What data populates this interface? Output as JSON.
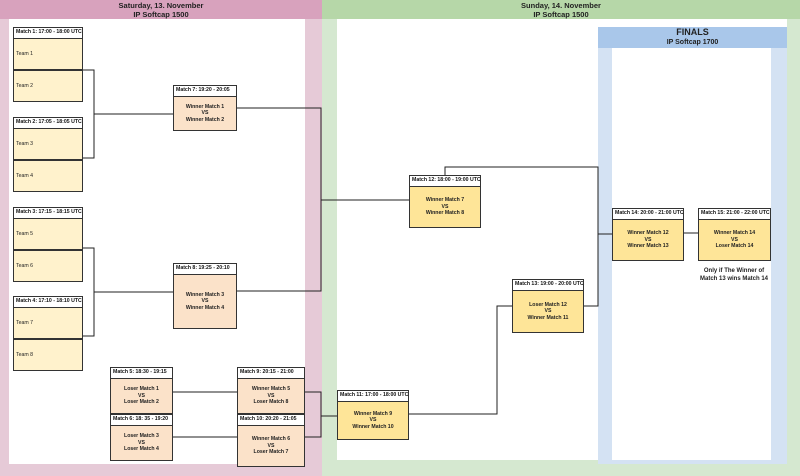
{
  "days": {
    "saturday": {
      "title": "Saturday, 13. November",
      "subtitle": "IP Softcap 1500"
    },
    "sunday": {
      "title": "Sunday, 14. November",
      "subtitle": "IP Softcap 1500"
    }
  },
  "finals": {
    "title": "FINALS",
    "subtitle": "IP Softcap 1700"
  },
  "matches": {
    "m1": {
      "title": "Match 1: 17:00 - 18:00 UTC",
      "team_a": "Team 1",
      "team_b": "Team 2"
    },
    "m2": {
      "title": "Match 2: 17:05 - 18:05 UTC",
      "team_a": "Team 3",
      "team_b": "Team 4"
    },
    "m3": {
      "title": "Match 3: 17:15 - 18:15 UTC",
      "team_a": "Team 5",
      "team_b": "Team 6"
    },
    "m4": {
      "title": "Match 4: 17:10 - 18:10 UTC",
      "team_a": "Team 7",
      "team_b": "Team 8"
    },
    "m5": {
      "title": "Match 5: 18:30 - 19:15",
      "line1": "Loser Match 1",
      "vs": "VS",
      "line2": "Loser Match 2"
    },
    "m6": {
      "title": "Match 6: 18: 35 - 19:20",
      "line1": "Loser Match 3",
      "vs": "VS",
      "line2": "Loser Match 4"
    },
    "m7": {
      "title": "Match 7: 19:20 - 20:05",
      "line1": "Winner Match 1",
      "vs": "VS",
      "line2": "Winner Match 2"
    },
    "m8": {
      "title": "Match 8: 19:25 - 20:10",
      "line1": "Winner Match 3",
      "vs": "VS",
      "line2": "Winner Match 4"
    },
    "m9": {
      "title": "Match 9: 20:15 - 21:00",
      "line1": "Winner Match 5",
      "vs": "VS",
      "line2": "Loser Match 8"
    },
    "m10": {
      "title": "Match 10: 20:20 - 21:05",
      "line1": "Winner Match 6",
      "vs": "VS",
      "line2": "Loser Match 7"
    },
    "m11": {
      "title": "Match 11: 17:00 - 18:00 UTC",
      "line1": "Winner Match 9",
      "vs": "VS",
      "line2": "Winner Match 10"
    },
    "m12": {
      "title": "Match 12: 18:00 - 19:00 UTC",
      "line1": "Winner Match 7",
      "vs": "VS",
      "line2": "Winner Match 8"
    },
    "m13": {
      "title": "Match 13: 19:00 - 20:00 UTC",
      "line1": "Loser Match 12",
      "vs": "VS",
      "line2": "Winner Match 11"
    },
    "m14": {
      "title": "Match 14: 20:00 - 21:00 UTC",
      "line1": "Winner Match 12",
      "vs": "VS",
      "line2": "Winner Match 13"
    },
    "m15": {
      "title": "Match 15: 21:00 - 22:00 UTC",
      "line1": "Winner Match 14",
      "vs": "VS",
      "line2": "Loser Match 14"
    }
  },
  "note": "Only if The Winner of Match 13 wins Match 14",
  "colors": {
    "saturday": "#e6cad7",
    "sunday": "#d5e8d0",
    "finals": "#d4e2f3",
    "team": "#fff2cc",
    "orange": "#fbe2c9",
    "yellow": "#fee598"
  }
}
